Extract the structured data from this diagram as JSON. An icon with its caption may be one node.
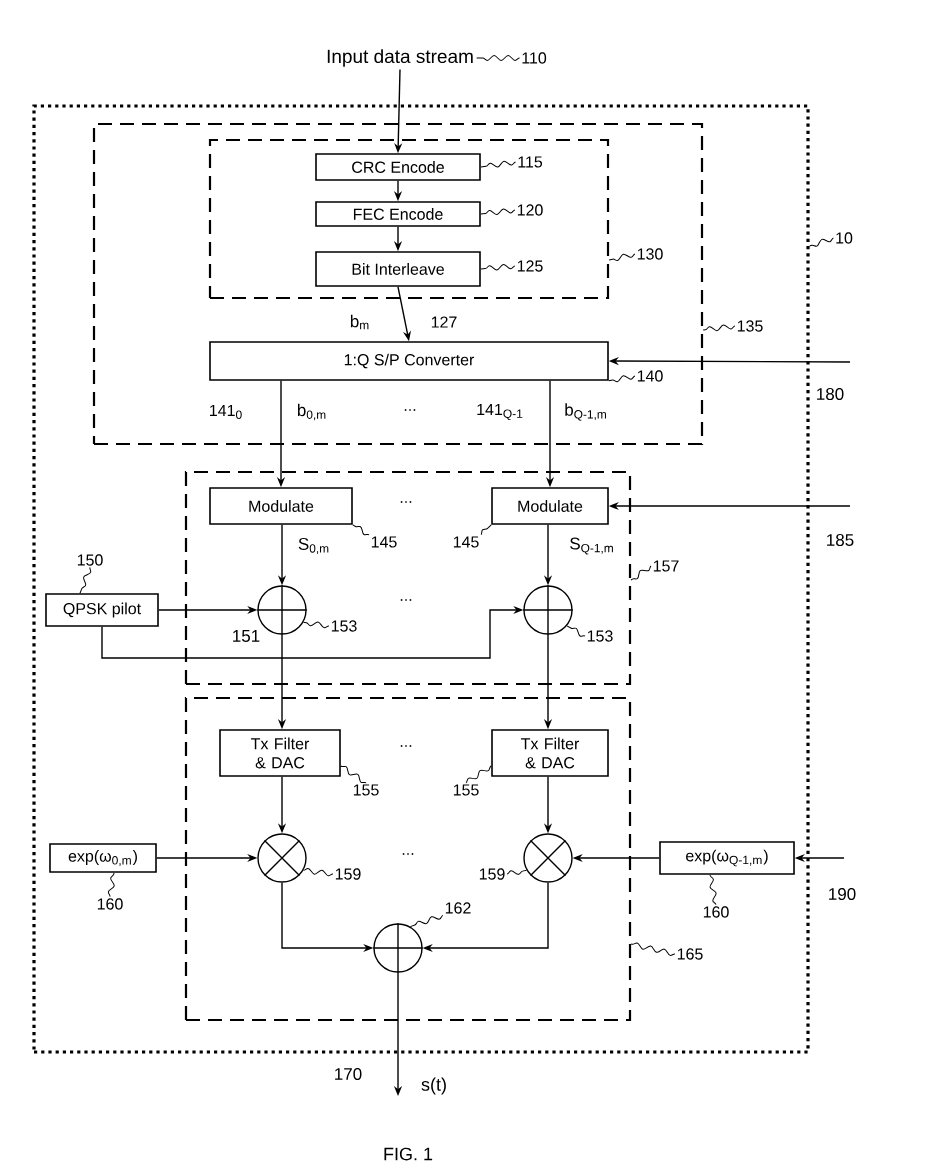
{
  "diagram": {
    "caption": "FIG. 1",
    "nodes": [
      {
        "text": [],
        "shape": "box"
      },
      {
        "text": [],
        "shape": "box",
        "in": 0
      },
      {
        "text": [],
        "shape": "box",
        "in": 1
      },
      {
        "text": [
          "CRC Encode"
        ],
        "in": 2
      },
      {
        "text": [
          "FEC Encode"
        ],
        "in": 2
      },
      {
        "text": [
          "Bit Interleave"
        ],
        "in": 2
      },
      {
        "text": [
          "1:Q S/P Converter"
        ],
        "in": 1
      },
      {
        "text": [],
        "shape": "box",
        "in": 0
      },
      {
        "text": [
          "Modulate"
        ],
        "in": 7
      },
      {
        "text": [
          "Modulate"
        ],
        "in": 7
      },
      {
        "text": [
          "QPSK pilot"
        ],
        "in": 0
      },
      {
        "text": [],
        "shape": "circle",
        "in": 7
      },
      {
        "text": [],
        "shape": "circle",
        "in": 7
      },
      {
        "text": [],
        "shape": "box",
        "in": 0
      },
      {
        "text": [
          "Tx Filter & DAC"
        ],
        "in": 13
      },
      {
        "text": [
          "Tx Filter & DAC"
        ],
        "in": 13
      },
      {
        "text": [
          "exp(ω$_{0,m}$)"
        ],
        "in": 0
      },
      {
        "text": [
          "exp(ω$_{Q-1,m}$)"
        ],
        "in": 0
      },
      {
        "text": [],
        "shape": "circle",
        "in": 13
      },
      {
        "text": [],
        "shape": "circle",
        "in": 13
      },
      {
        "text": [],
        "shape": "circle",
        "in": 13
      },
      {
        "text": [
          "Input data stream"
        ]
      },
      {
        "text": [
          "s(t)"
        ]
      },
      {
        "text": [
          "110"
        ]
      },
      {
        "text": [
          "10"
        ]
      },
      {
        "text": [
          "115"
        ],
        "in": 2
      },
      {
        "text": [
          "120"
        ],
        "in": 2
      },
      {
        "text": [
          "125"
        ],
        "in": 2
      },
      {
        "text": [
          "130"
        ],
        "in": 1
      },
      {
        "text": [
          "135"
        ],
        "in": 0
      },
      {
        "text": [
          "140"
        ],
        "in": 1
      },
      {
        "text": [
          "145"
        ],
        "in": 7
      },
      {
        "text": [
          "145"
        ],
        "in": 7
      },
      {
        "text": [
          "150"
        ],
        "in": 0
      },
      {
        "text": [
          "153"
        ],
        "in": 7
      },
      {
        "text": [
          "153"
        ],
        "in": 7
      },
      {
        "text": [
          "157"
        ],
        "in": 0
      },
      {
        "text": [
          "155"
        ],
        "in": 13
      },
      {
        "text": [
          "155"
        ],
        "in": 13
      },
      {
        "text": [
          "160"
        ],
        "in": 0
      },
      {
        "text": [
          "160"
        ],
        "in": 0
      },
      {
        "text": [
          "159"
        ],
        "in": 13
      },
      {
        "text": [
          "159"
        ],
        "in": 13
      },
      {
        "text": [
          "162"
        ],
        "in": 13
      },
      {
        "text": [
          "165"
        ],
        "in": 0
      }
    ],
    "edges": [
      {
        "from": 21,
        "to": 3,
        "arrow": "to"
      },
      {
        "from": 3,
        "to": 4,
        "arrow": "to"
      },
      {
        "from": 4,
        "to": 5,
        "arrow": "to"
      },
      {
        "from": 5,
        "to": 6,
        "arrow": "to",
        "label": "b$_{m}$"
      },
      {
        "from": 6,
        "to": 8,
        "arrow": "to",
        "label": "b$_{0,m}$"
      },
      {
        "from": 6,
        "to": 9,
        "arrow": "to",
        "label": "b$_{Q-1,m}$"
      },
      {
        "from": null,
        "to": 6,
        "arrow": "to",
        "label": "180"
      },
      {
        "from": 8,
        "to": 11,
        "arrow": "to",
        "label": "S$_{0,m}$"
      },
      {
        "from": 9,
        "to": 12,
        "arrow": "to",
        "label": "S$_{Q-1,m}$"
      },
      {
        "from": null,
        "to": 9,
        "arrow": "to",
        "label": "185"
      },
      {
        "from": 10,
        "to": 11,
        "arrow": "to",
        "label": "151"
      },
      {
        "from": 10,
        "to": 12,
        "arrow": "to"
      },
      {
        "from": 11,
        "to": 14,
        "arrow": "to"
      },
      {
        "from": 12,
        "to": 15,
        "arrow": "to"
      },
      {
        "from": 14,
        "to": 18,
        "arrow": "to"
      },
      {
        "from": 15,
        "to": 19,
        "arrow": "to"
      },
      {
        "from": 16,
        "to": 18,
        "arrow": "to"
      },
      {
        "from": 17,
        "to": 19,
        "arrow": "to"
      },
      {
        "from": null,
        "to": 17,
        "arrow": "to",
        "label": "190"
      },
      {
        "from": 18,
        "to": 20,
        "arrow": "to"
      },
      {
        "from": 19,
        "to": 20,
        "arrow": "to"
      },
      {
        "from": 20,
        "to": 22,
        "arrow": "to",
        "label": "170"
      },
      {
        "from": 23,
        "to": 21,
        "arrow": "none"
      },
      {
        "from": 24,
        "to": 0,
        "arrow": "none"
      },
      {
        "from": 25,
        "to": 3,
        "arrow": "none"
      },
      {
        "from": 26,
        "to": 4,
        "arrow": "none"
      },
      {
        "from": 27,
        "to": 5,
        "arrow": "none"
      },
      {
        "from": 28,
        "to": 2,
        "arrow": "none"
      },
      {
        "from": 29,
        "to": 1,
        "arrow": "none"
      },
      {
        "from": 30,
        "to": 6,
        "arrow": "none"
      },
      {
        "from": 31,
        "to": 8,
        "arrow": "none"
      },
      {
        "from": 32,
        "to": 9,
        "arrow": "none"
      },
      {
        "from": 33,
        "to": 10,
        "arrow": "none"
      },
      {
        "from": 34,
        "to": 11,
        "arrow": "none"
      },
      {
        "from": 35,
        "to": 12,
        "arrow": "none"
      },
      {
        "from": 36,
        "to": 7,
        "arrow": "none"
      },
      {
        "from": 37,
        "to": 14,
        "arrow": "none"
      },
      {
        "from": 38,
        "to": 15,
        "arrow": "none"
      },
      {
        "from": 39,
        "to": 16,
        "arrow": "none"
      },
      {
        "from": 40,
        "to": 17,
        "arrow": "none"
      },
      {
        "from": 41,
        "to": 18,
        "arrow": "none"
      },
      {
        "from": 42,
        "to": 19,
        "arrow": "none"
      },
      {
        "from": 43,
        "to": 20,
        "arrow": "none"
      },
      {
        "from": 44,
        "to": 13,
        "arrow": "none"
      }
    ],
    "labels": [
      "127",
      "141$_{0}$",
      "...",
      "141$_{Q-1}$",
      "...",
      "...",
      "...",
      "..."
    ]
  }
}
